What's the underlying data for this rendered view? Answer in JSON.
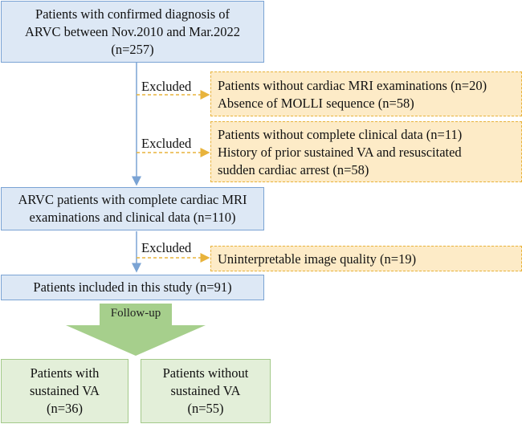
{
  "boxes": {
    "top": "Patients with confirmed diagnosis of\nARVC between Nov.2010 and Mar.2022\n(n=257)",
    "mid": "ARVC patients with complete cardiac MRI\nexaminations and clinical data (n=110)",
    "included": "Patients included in this study (n=91)",
    "with_va": "Patients with\nsustained VA\n(n=36)",
    "without_va": "Patients without\nsustained VA\n(n=55)"
  },
  "exclusions": [
    {
      "label": "Excluded",
      "lines": [
        "Patients without cardiac MRI examinations (n=20)",
        "Absence of MOLLI sequence (n=58)"
      ]
    },
    {
      "label": "Excluded",
      "lines": [
        "Patients without complete clinical data (n=11)",
        "History of prior sustained VA and resuscitated",
        "sudden cardiac arrest (n=58)"
      ]
    },
    {
      "label": "Excluded",
      "lines": [
        "Uninterpretable image quality (n=19)"
      ]
    }
  ],
  "follow_up_label": "Follow-up",
  "colors": {
    "blue_fill": "#dde8f5",
    "blue_border": "#7aa3d4",
    "orange_fill": "#fdebc7",
    "orange_border": "#e8b33c",
    "green_fill": "#e3efd9",
    "green_arrow": "#a6cf8c"
  }
}
